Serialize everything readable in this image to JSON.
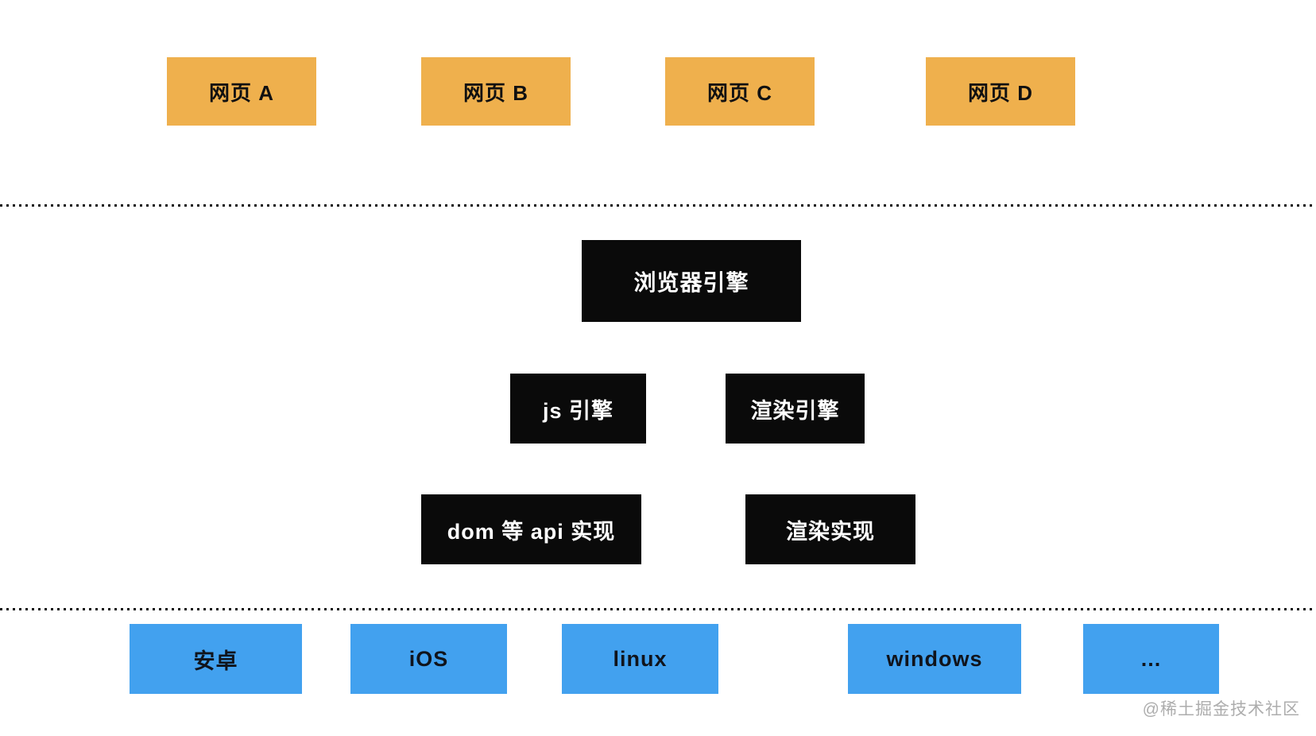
{
  "colors": {
    "background": "#FFFFFF",
    "webpage_fill": "#EFB04D",
    "webpage_text": "#111111",
    "engine_fill": "#0A0A0A",
    "engine_text": "#FFFFFF",
    "platform_fill": "#42A1EF",
    "platform_text": "#10141C",
    "divider_dots": "#111111",
    "watermark_text": "#ADADAD"
  },
  "diagram": {
    "webpages": [
      {
        "label": "网页 A"
      },
      {
        "label": "网页 B"
      },
      {
        "label": "网页 C"
      },
      {
        "label": "网页 D"
      }
    ],
    "browser_engine": {
      "label": "浏览器引擎"
    },
    "engines": [
      {
        "label": "js 引擎"
      },
      {
        "label": "渲染引擎"
      }
    ],
    "implementations": [
      {
        "label": "dom 等 api 实现"
      },
      {
        "label": "渲染实现"
      }
    ],
    "platforms": [
      {
        "label": "安卓"
      },
      {
        "label": "iOS"
      },
      {
        "label": "linux"
      },
      {
        "label": "windows"
      },
      {
        "label": "..."
      }
    ]
  },
  "watermark": {
    "label": "@稀土掘金技术社区"
  }
}
